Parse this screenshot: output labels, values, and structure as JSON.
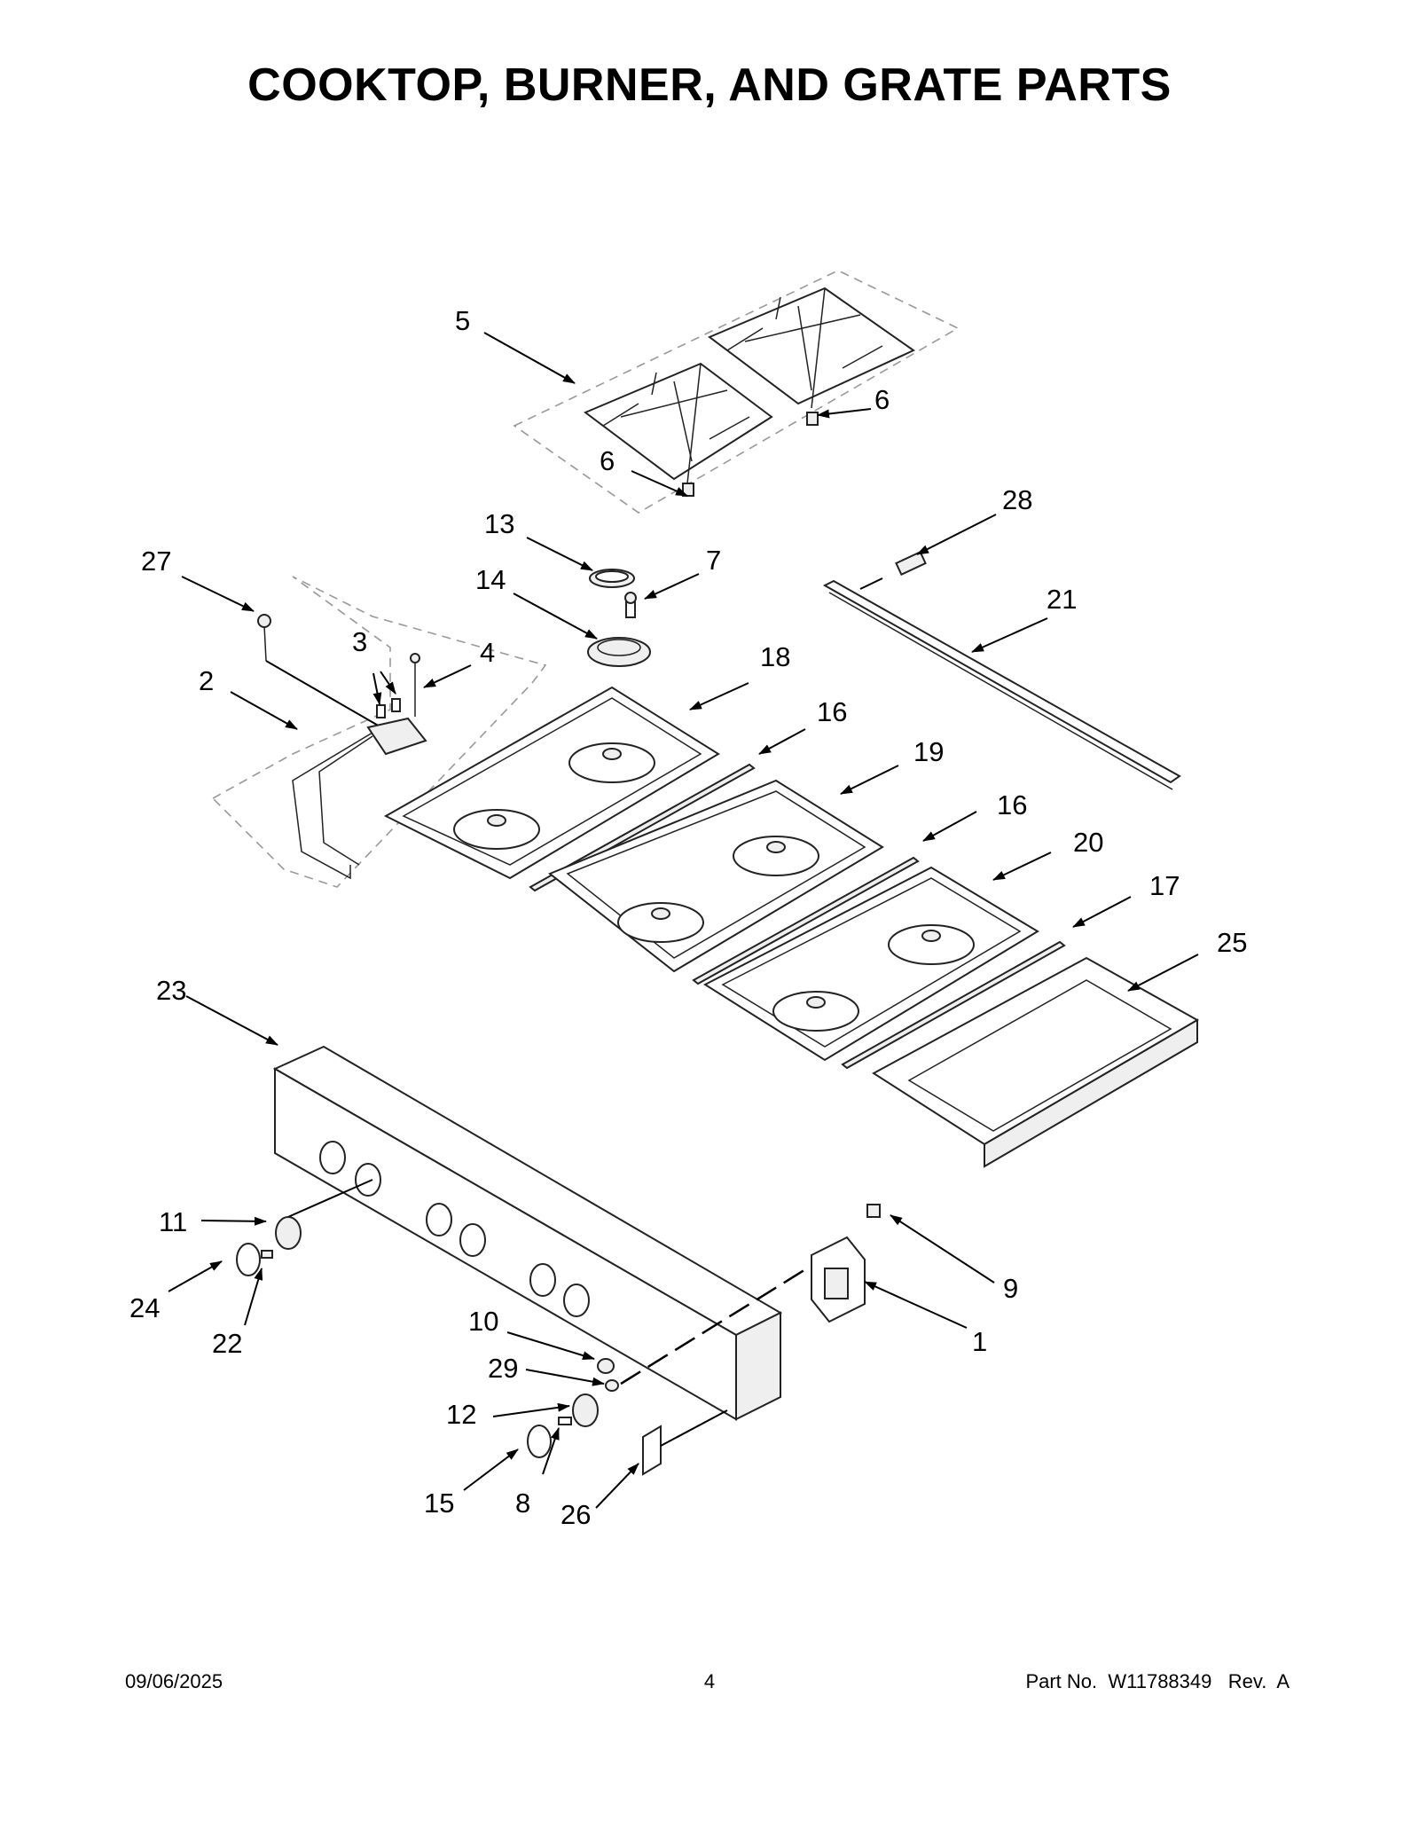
{
  "title": "COOKTOP, BURNER, AND GRATE PARTS",
  "footer": {
    "date": "09/06/2025",
    "page": "4",
    "part_no": "Part No.  W11788349   Rev.  A"
  },
  "callouts": {
    "c1": "1",
    "c2": "2",
    "c3": "3",
    "c4": "4",
    "c5": "5",
    "c6a": "6",
    "c6b": "6",
    "c7": "7",
    "c8": "8",
    "c9": "9",
    "c10": "10",
    "c11": "11",
    "c12": "12",
    "c13": "13",
    "c14": "14",
    "c15": "15",
    "c16a": "16",
    "c16b": "16",
    "c17": "17",
    "c18": "18",
    "c19": "19",
    "c20": "20",
    "c21": "21",
    "c22": "22",
    "c23": "23",
    "c24": "24",
    "c25": "25",
    "c26": "26",
    "c27": "27",
    "c28": "28",
    "c29": "29"
  }
}
